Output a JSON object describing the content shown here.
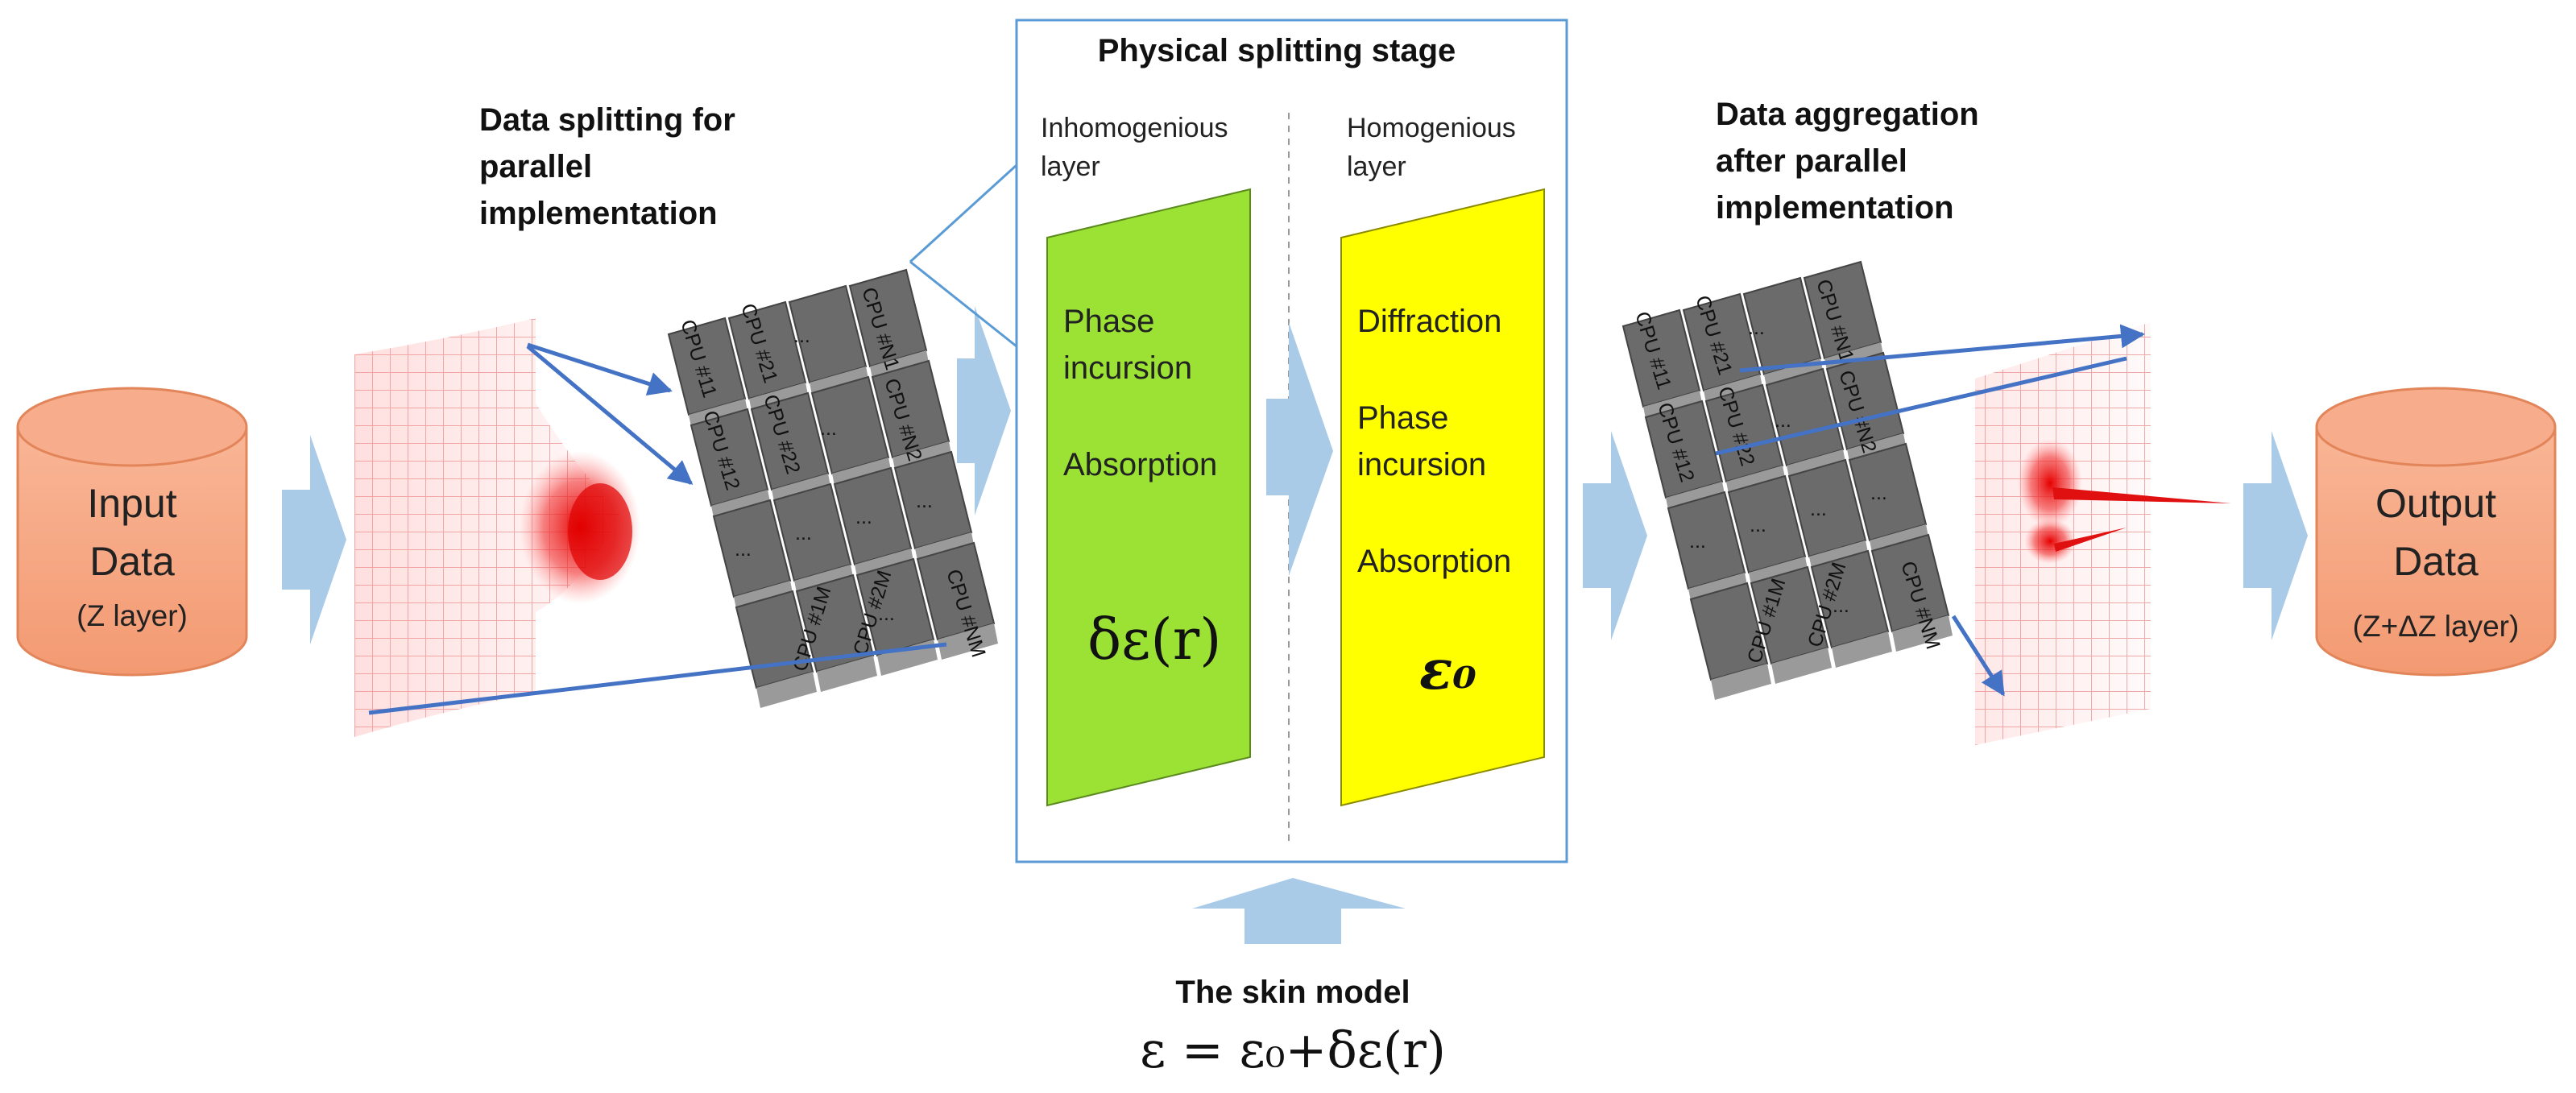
{
  "input_cylinder": {
    "line1": "Input",
    "line2": "Data",
    "line3": "(Z layer)"
  },
  "output_cylinder": {
    "line1": "Output",
    "line2": "Data",
    "line3": "(Z+ΔZ layer)"
  },
  "split_title": {
    "line1": "Data splitting for",
    "line2": "parallel",
    "line3": "implementation"
  },
  "aggregate_title": {
    "line1": "Data aggregation",
    "line2": "after parallel",
    "line3": "implementation"
  },
  "physical_stage": {
    "title": "Physical splitting stage",
    "inhomo": {
      "line1": "Inhomogenious",
      "line2": "layer"
    },
    "homo": {
      "line1": "Homogenious",
      "line2": "layer"
    },
    "green_panel": {
      "p1": "Phase",
      "p2": "incursion",
      "p3": "Absorption",
      "formula": "δε(r)"
    },
    "yellow_panel": {
      "p1": "Diffraction",
      "p2": "Phase",
      "p3": "incursion",
      "p4": "Absorption",
      "formula": "ε₀"
    }
  },
  "skin_model": {
    "title": "The skin model",
    "formula": "ε = ε₀+δε(r)"
  },
  "cpu_grid_left": {
    "r1": [
      "CPU #11",
      "CPU #21",
      "...",
      "CPU #N1"
    ],
    "r2": [
      "CPU #12",
      "CPU #22",
      "...",
      "CPU #N2"
    ],
    "r3": [
      "...",
      "...",
      "...",
      "..."
    ],
    "r4": [
      "CPU #1M",
      "CPU #2M",
      "...",
      "CPU #NM"
    ]
  },
  "cpu_grid_right": {
    "r1": [
      "CPU #11",
      "CPU #21",
      "...",
      "CPU #N1"
    ],
    "r2": [
      "CPU #12",
      "CPU #22",
      "...",
      "CPU #N2"
    ],
    "r3": [
      "...",
      "...",
      "...",
      "..."
    ],
    "r4": [
      "CPU #1M",
      "CPU #2M",
      "...",
      "CPU #NM"
    ]
  },
  "colors": {
    "cylinder": "#f5a07a",
    "arrow": "#a9cbe8",
    "green": "#9be234",
    "yellow": "#ffff00",
    "blue_line": "#4472c4",
    "box_border": "#5b9bd5"
  }
}
